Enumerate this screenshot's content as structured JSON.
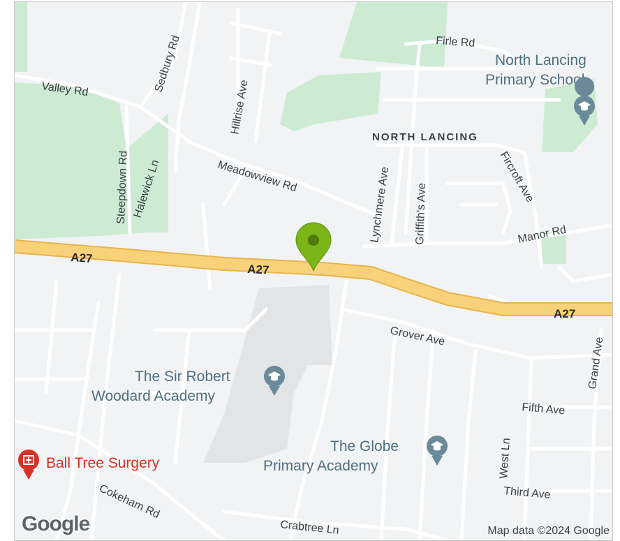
{
  "map": {
    "roads": {
      "a27": "A27",
      "valley_rd": "Valley Rd",
      "sedbury_rd": "Sedbury Rd",
      "hillrise_ave": "Hillrise Ave",
      "firle_rd": "Firle Rd",
      "steepdown_rd": "Steepdown Rd",
      "halewick_ln": "Halewick Ln",
      "meadowview_rd": "Meadowview Rd",
      "lynchmere_ave": "Lynchmere Ave",
      "griffiths_ave": "Griffith's Ave",
      "fircroft_ave": "Fircroft Ave",
      "manor_rd": "Manor Rd",
      "grover_ave": "Grover Ave",
      "grand_ave": "Grand Ave",
      "fifth_ave": "Fifth Ave",
      "west_ln": "West Ln",
      "third_ave": "Third Ave",
      "cokeham_rd": "Cokeham Rd",
      "crabtree_ln": "Crabtree Ln"
    },
    "area_label": "NORTH LANCING",
    "pois": {
      "north_lancing_school_line1": "North Lancing",
      "north_lancing_school_line2": "Primary School",
      "woodard_line1": "The Sir Robert",
      "woodard_line2": "Woodard Academy",
      "globe_line1": "The Globe",
      "globe_line2": "Primary Academy",
      "surgery": "Ball Tree Surgery"
    },
    "attribution": "Map data ©2024 Google",
    "logo": "Google",
    "colors": {
      "background": "#f1f3f4",
      "park": "#cdebd3",
      "major_road": "#f7d27a",
      "major_road_edge": "#e9b44c",
      "marker": "#7cb518",
      "poi_school": "#6b8a99",
      "poi_medical": "#d93025"
    }
  }
}
